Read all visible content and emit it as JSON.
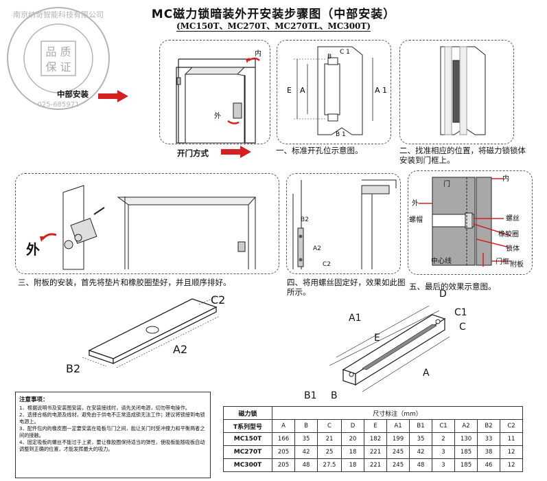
{
  "header": {
    "title": "MC磁力锁暗装外开安装步骤图（中部安装）",
    "subtitle": "(MC150T、MC270T、MC270TL、MC300T)"
  },
  "watermark": {
    "company": "南京纳奇智能科技有限公司",
    "center": "品质保证",
    "phone": "025-685971"
  },
  "labels": {
    "middle_install": "中部安装",
    "open_method": "开门方式",
    "inside": "内",
    "outside": "外",
    "outside_large": "外",
    "door": "门",
    "center_line": "中心线",
    "screw": "螺丝",
    "nut": "螺帽",
    "rubber_ring": "橡胶圈",
    "lock_body": "锁体",
    "door_frame": "门框",
    "plate": "附板"
  },
  "steps": {
    "s1": "一、标准开孔位示意图。",
    "s2": "二、找准相应的位置，将磁力锁锁体安装到门框上。",
    "s3": "三、附板的安装，首先将垫片和橡胶圈垫好，并且顺序排好。",
    "s4": "四、将用螺丝固定好，效果如此图所示。",
    "s5": "五、最后的效果示意图。"
  },
  "dims": {
    "E": "E",
    "A": "A",
    "A1": "A1",
    "B": "B",
    "C": "C",
    "B1": "B1",
    "D": "D",
    "C1": "C1",
    "A2": "A2",
    "B2": "B2",
    "C2": "C2"
  },
  "notes": {
    "title": "注意事项：",
    "items": [
      "1、根据说明书及安装图安装，在安装接线时，请先关闭电源，切勿带电操作。",
      "2、选择合格的电源及线材，避免由于供电不正常造成锁无法工作；建议将锁接到电锁电源上。",
      "3、配件包内的橡皮圈一定要安装在吸板与门之间，能让关门时受冲撞力和平衡两者之间的接触。",
      "4、固定吸板的螺丝不能过于上紧，要让橡胶圈保持适当的弹性，使吸板能随吸板自动调整到正确的位置，才能发挥最大的吸力。"
    ]
  },
  "table": {
    "corner_top": "磁力锁",
    "corner_bottom": "T系列型号",
    "group_header": "尺寸标注（mm）",
    "columns": [
      "A",
      "B",
      "C",
      "D",
      "E",
      "A1",
      "B1",
      "C1",
      "A2",
      "B2",
      "C2"
    ],
    "rows": [
      {
        "model": "MC150T",
        "values": [
          "166",
          "35",
          "21",
          "20",
          "182",
          "199",
          "35",
          "2",
          "130",
          "33",
          "11"
        ]
      },
      {
        "model": "MC270T",
        "values": [
          "205",
          "42",
          "25",
          "18",
          "221",
          "245",
          "42",
          "3",
          "185",
          "38",
          "12"
        ]
      },
      {
        "model": "MC300T",
        "values": [
          "205",
          "48",
          "27.5",
          "18",
          "221",
          "245",
          "48",
          "3",
          "185",
          "46",
          "12"
        ]
      }
    ]
  },
  "colors": {
    "accent_red": "#d42020",
    "panel_gray": "#a8a8a8"
  }
}
